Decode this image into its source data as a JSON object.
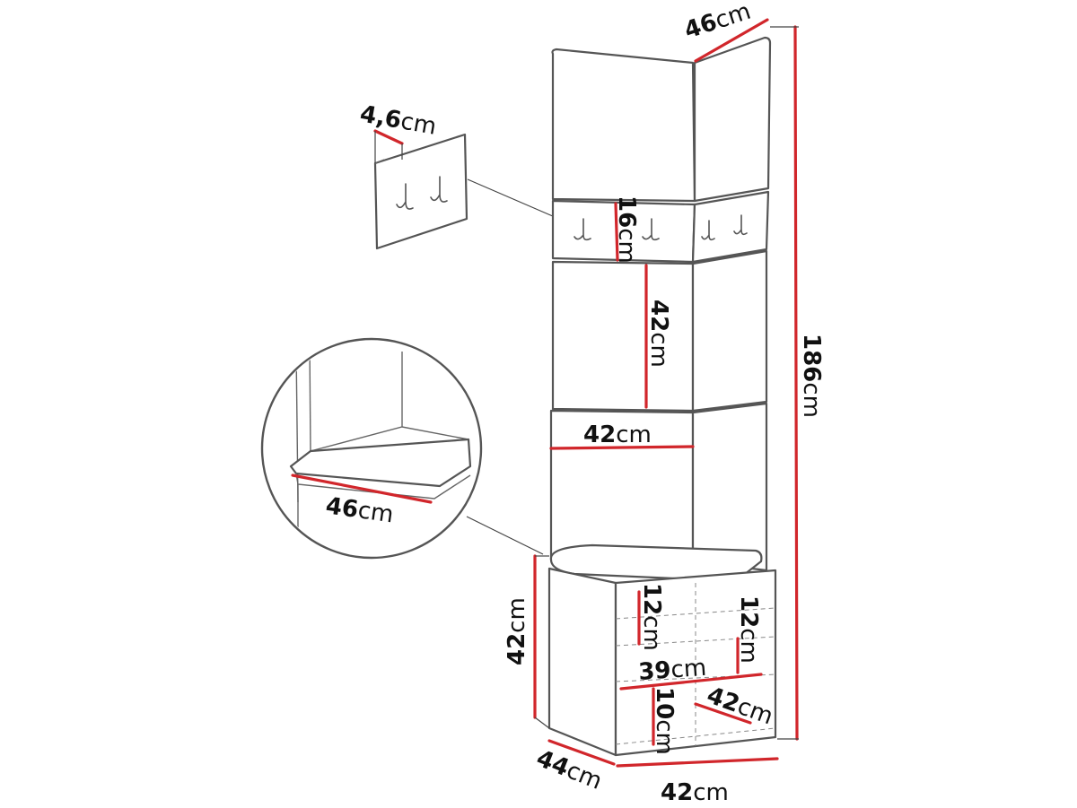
{
  "colors": {
    "dimension_line": "#d1262b",
    "outline": "#555555",
    "text": "#111111"
  },
  "dimensions": {
    "top_depth": {
      "number": "46",
      "unit": "cm"
    },
    "hook_panel_thickness": {
      "number": "4,6",
      "unit": "cm"
    },
    "hook_panel_height": {
      "number": "16",
      "unit": "cm"
    },
    "panel_height": {
      "number": "42",
      "unit": "cm"
    },
    "panel_width": {
      "number": "42",
      "unit": "cm"
    },
    "total_height": {
      "number": "186",
      "unit": "cm"
    },
    "seat_depth_detail": {
      "number": "46",
      "unit": "cm"
    },
    "cabinet_height": {
      "number": "42",
      "unit": "cm"
    },
    "shelf_upper_left": {
      "number": "12",
      "unit": "cm"
    },
    "shelf_upper_right": {
      "number": "12",
      "unit": "cm"
    },
    "shelf_inner_width": {
      "number": "39",
      "unit": "cm"
    },
    "shelf_lower": {
      "number": "10",
      "unit": "cm"
    },
    "inner_depth": {
      "number": "42",
      "unit": "cm"
    },
    "cabinet_depth": {
      "number": "44",
      "unit": "cm"
    },
    "cabinet_width": {
      "number": "42",
      "unit": "cm"
    }
  }
}
